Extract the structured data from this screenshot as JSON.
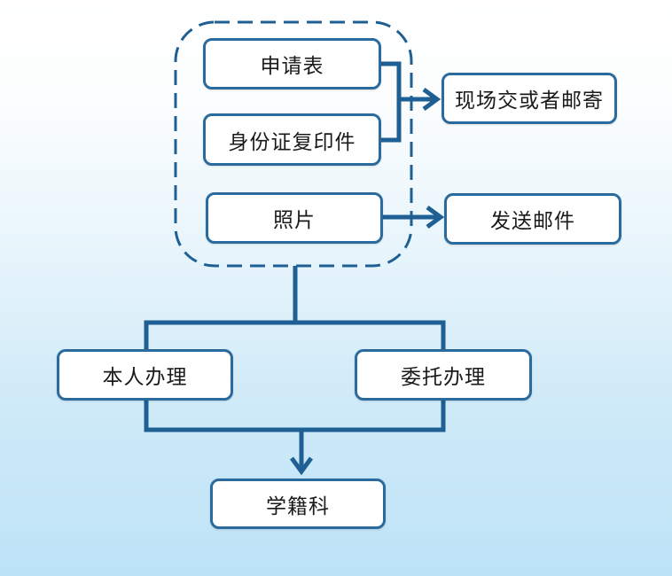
{
  "diagram": {
    "type": "flowchart",
    "colors": {
      "stroke": "#1e5f94",
      "node_border": "#2a6a9c",
      "node_fill": "#ffffff",
      "background_top": "#ffffff",
      "background_bottom": "#bde3f7"
    },
    "nodes": {
      "application_form": "申请表",
      "id_copy": "身份证复印件",
      "photo": "照片",
      "submit_onsite_or_mail": "现场交或者邮寄",
      "send_email": "发送邮件",
      "in_person": "本人办理",
      "by_proxy": "委托办理",
      "registrar_office": "学籍科"
    },
    "edges": [
      {
        "from": [
          "application_form",
          "id_copy"
        ],
        "to": "submit_onsite_or_mail"
      },
      {
        "from": "photo",
        "to": "send_email"
      },
      {
        "from": "documents_group",
        "to": [
          "in_person",
          "by_proxy"
        ]
      },
      {
        "from": [
          "in_person",
          "by_proxy"
        ],
        "to": "registrar_office"
      }
    ]
  }
}
